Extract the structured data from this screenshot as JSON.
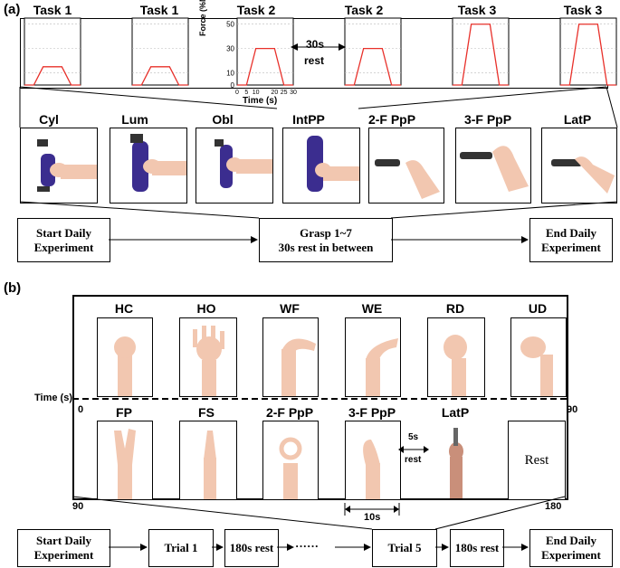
{
  "panel_a": {
    "label": "(a)",
    "tasks": [
      {
        "title": "Task 1",
        "level": 15
      },
      {
        "title": "Task 1",
        "level": 15
      },
      {
        "title": "Task 2",
        "level": 30
      },
      {
        "title": "Task 2",
        "level": 30
      },
      {
        "title": "Task 3",
        "level": 50
      },
      {
        "title": "Task 3",
        "level": 50
      }
    ],
    "axis": {
      "ylabel": "Force (%MVC)",
      "xlabel": "Time (s)",
      "yticks": [
        "0",
        "10",
        "30",
        "50"
      ],
      "xticks": [
        "0",
        "5",
        "10",
        "20",
        "25",
        "30"
      ]
    },
    "rest_label_line1": "30s",
    "rest_label_line2": "rest",
    "grasps": [
      "Cyl",
      "Lum",
      "Obl",
      "IntPP",
      "2-F PpP",
      "3-F PpP",
      "LatP"
    ],
    "flow": {
      "start": "Start Daily Experiment",
      "middle_line1": "Grasp 1~7",
      "middle_line2": "30s rest in between",
      "end": "End Daily Experiment"
    }
  },
  "panel_b": {
    "label": "(b)",
    "row1": [
      "HC",
      "HO",
      "WF",
      "WE",
      "RD",
      "UD"
    ],
    "row2": [
      "FP",
      "FS",
      "2-F PpP",
      "3-F PpP",
      "LatP"
    ],
    "rest_box": "Rest",
    "time_label": "Time (s)",
    "t0": "0",
    "t90_right": "90",
    "t90_left": "90",
    "t180": "180",
    "gap_label_line1": "5s",
    "gap_label_line2": "rest",
    "duration_label": "10s",
    "flow": {
      "start": "Start Daily Experiment",
      "trial1": "Trial 1",
      "rest1": "180s rest",
      "dots": "······",
      "trial5": "Trial 5",
      "rest2": "180s rest",
      "end": "End Daily Experiment"
    }
  },
  "colors": {
    "trace": "#e8302a",
    "glove": "#3b2d8f",
    "skin": "#f2c7b0"
  }
}
